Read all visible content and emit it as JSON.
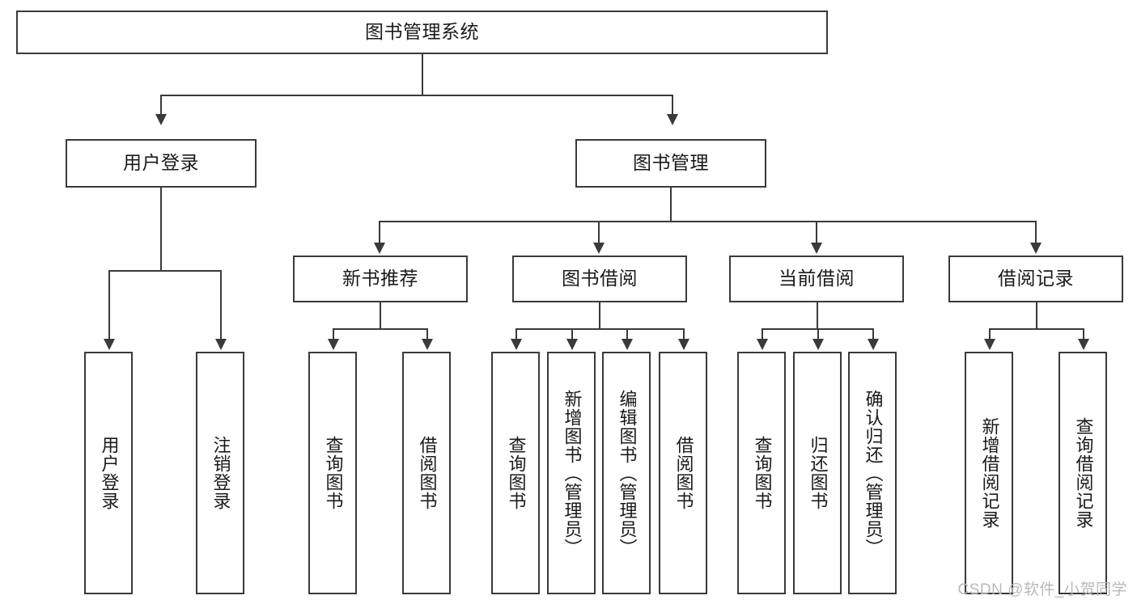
{
  "diagram": {
    "title": "图书管理系统",
    "type": "tree",
    "watermark": "CSDN @软件_小贺同学",
    "colors": {
      "stroke": "#3a3a3a",
      "fill": "#ffffff",
      "text": "#1a1a1a",
      "watermark": "#b9b9b9"
    },
    "root": {
      "label": "图书管理系统"
    },
    "level2": [
      {
        "label": "用户登录"
      },
      {
        "label": "图书管理"
      }
    ],
    "level3": [
      {
        "label": "新书推荐"
      },
      {
        "label": "图书借阅"
      },
      {
        "label": "当前借阅"
      },
      {
        "label": "借阅记录"
      }
    ],
    "leaves": {
      "user_login": [
        {
          "label": "用户登录"
        },
        {
          "label": "注销登录"
        }
      ],
      "new_book": [
        {
          "label": "查询图书"
        },
        {
          "label": "借阅图书"
        }
      ],
      "book_borrow": [
        {
          "label": "查询图书"
        },
        {
          "label": "新增图书（管理员）"
        },
        {
          "label": "编辑图书（管理员）"
        },
        {
          "label": "借阅图书"
        }
      ],
      "current_borrow": [
        {
          "label": "查询图书"
        },
        {
          "label": "归还图书"
        },
        {
          "label": "确认归还（管理员）"
        }
      ],
      "borrow_record": [
        {
          "label": "新增借阅记录"
        },
        {
          "label": "查询借阅记录"
        }
      ]
    }
  }
}
